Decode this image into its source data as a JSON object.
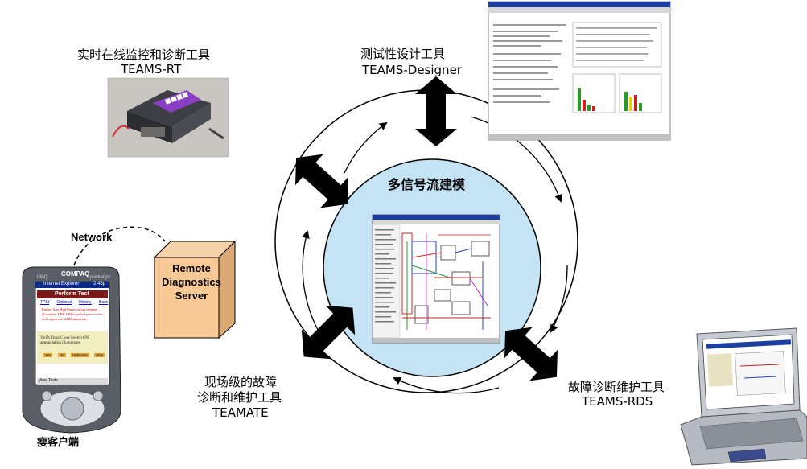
{
  "center": {
    "title": "多信号流建模"
  },
  "tools": {
    "rt": {
      "name_cn": "实时在线监控和诊断工具",
      "name_en": "TEAMS-RT"
    },
    "designer": {
      "name_cn": "测试性设计工具",
      "name_en": "TEAMS-Designer"
    },
    "rds": {
      "name_cn": "故障诊断维护工具",
      "name_en": "TEAMS-RDS"
    },
    "teamate": {
      "line1": "现场级的故障",
      "line2": "诊断和维护工具",
      "line3": "TEAMATE"
    }
  },
  "network": {
    "label": "Network"
  },
  "server": {
    "line1": "Remote",
    "line2": "Diagnostics",
    "line3": "Server"
  },
  "pda": {
    "brand": "COMPAQ",
    "model": "iPAQ",
    "subtitle": "pocket pc",
    "app": "Internet Explorer",
    "time": "2:46p",
    "page_title": "Perform Test",
    "menu": [
      "TPSt",
      "Optional",
      "History",
      "Back"
    ],
    "message1": "Ensure Aux Hyd Pump circuit breaker (Location: LRB CB) is pulled prior to this test to prevent MHD operation.",
    "message2": "Verify Door Close Switch ON annunciation illuminates.",
    "buttons": [
      "Yes",
      "No",
      "Unknown",
      "Skip"
    ],
    "bottom": "View Tools",
    "caption": "瘦客户端"
  },
  "laptop": {
    "caption": ""
  }
}
